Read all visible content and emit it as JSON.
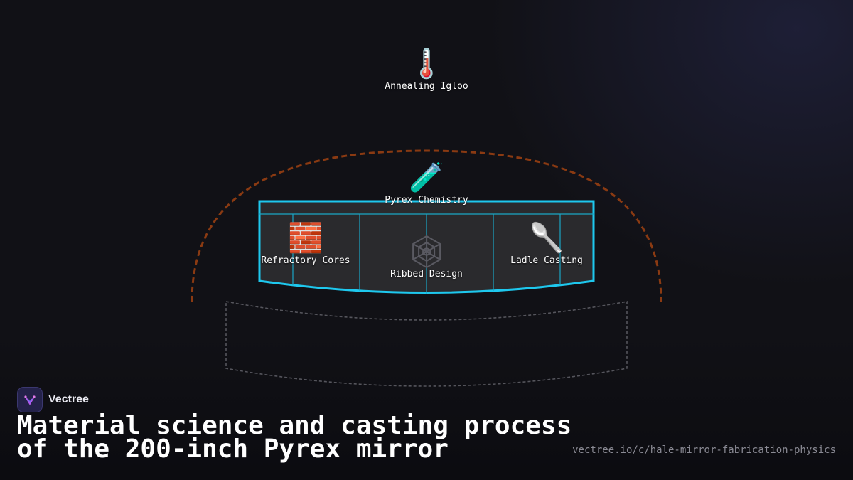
{
  "nodes": {
    "annealing": {
      "emoji": "🌡️",
      "label": "Annealing Igloo"
    },
    "pyrex": {
      "emoji": "🧪",
      "label": "Pyrex Chemistry"
    },
    "refractory": {
      "emoji": "🧱",
      "label": "Refractory Cores"
    },
    "ribbed": {
      "emoji": "🕸",
      "label": "Ribbed Design"
    },
    "ladle": {
      "emoji": "🥄",
      "label": "Ladle Casting"
    }
  },
  "brand": {
    "name": "Vectree",
    "logo_icon": "vectree-logo-icon"
  },
  "title": "Material science and casting process of the 200-inch Pyrex mirror",
  "url": "vectree.io/c/hale-mirror-fabrication-physics",
  "colors": {
    "background": "#111116",
    "dome_outline": "#8a3a12",
    "mirror_outline": "#1ec8ee",
    "base_outline": "#55555c",
    "mirror_fill": "#2a2a2d"
  }
}
